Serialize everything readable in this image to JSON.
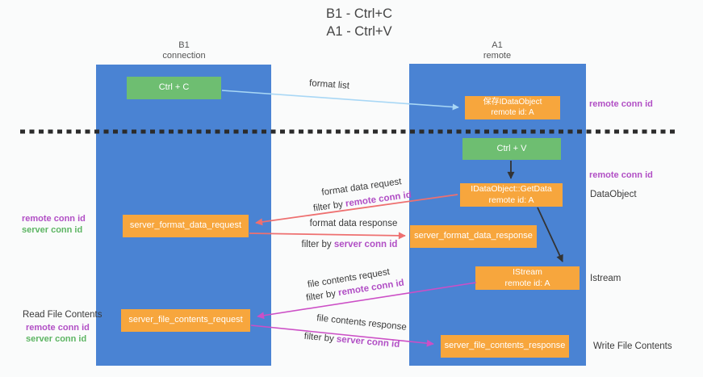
{
  "title": {
    "line1": "B1 - Ctrl+C",
    "line2": "A1 - Ctrl+V"
  },
  "lanes": {
    "left": {
      "name": "B1",
      "subtitle": "connection"
    },
    "right": {
      "name": "A1",
      "subtitle": "remote"
    }
  },
  "nodes": {
    "ctrl_c": {
      "label": "Ctrl + C"
    },
    "ctrl_v": {
      "label": "Ctrl + V"
    },
    "save_dataobject": {
      "line1": "保存IDataObject",
      "line2": "remote id: A"
    },
    "getdata": {
      "line1": "IDataObject::GetData",
      "line2": "remote id: A"
    },
    "istream": {
      "line1": "IStream",
      "line2": "remote id: A"
    },
    "format_request": {
      "label": "server_format_data_request"
    },
    "format_response": {
      "label": "server_format_data_response"
    },
    "file_request": {
      "label": "server_file_contents_request"
    },
    "file_response": {
      "label": "server_file_contents_response"
    }
  },
  "edge_labels": {
    "format_list": "format list",
    "format_data_request": "format data request",
    "format_data_response": "format data response",
    "file_contents_request": "file contents request",
    "file_contents_response": "file contents response",
    "filter_by": "filter by",
    "remote_conn_id": "remote conn id",
    "server_conn_id": "server conn id"
  },
  "annotations": {
    "left": {
      "remote_conn_id_1": "remote conn id",
      "server_conn_id_1": "server conn id",
      "read_file_contents": "Read File Contents",
      "remote_conn_id_2": "remote conn id",
      "server_conn_id_2": "server conn id"
    },
    "right": {
      "remote_conn_id_top": "remote conn id",
      "remote_conn_id_mid": "remote conn id",
      "dataobject": "DataObject",
      "istream": "Istream",
      "write_file_contents": "Write File Contents"
    }
  },
  "colors": {
    "lane_blue": "#4a83d3",
    "node_orange": "#f7a63d",
    "node_green": "#6ebe71",
    "arrow_blue": "#a8d7f5",
    "arrow_red": "#ee7070",
    "arrow_magenta": "#cc4fc6",
    "arrow_black": "#333333",
    "text_purple": "#b14fc5",
    "text_green": "#5db563",
    "dashed_line": "#2b2b2b"
  }
}
